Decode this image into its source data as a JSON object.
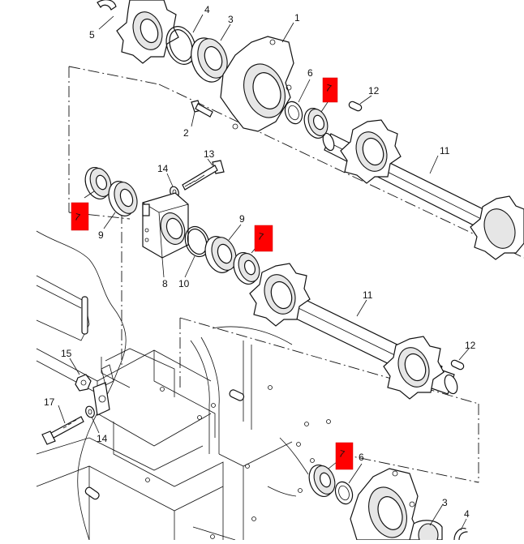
{
  "callouts": [
    {
      "id": "c1",
      "text": "1"
    },
    {
      "id": "c2",
      "text": "2"
    },
    {
      "id": "c3a",
      "text": "3"
    },
    {
      "id": "c4a",
      "text": "4"
    },
    {
      "id": "c5",
      "text": "5"
    },
    {
      "id": "c6a",
      "text": "6"
    },
    {
      "id": "c7a",
      "text": "7",
      "highlight": true
    },
    {
      "id": "c12a",
      "text": "12"
    },
    {
      "id": "c11a",
      "text": "11"
    },
    {
      "id": "c13",
      "text": "13"
    },
    {
      "id": "c14a",
      "text": "14"
    },
    {
      "id": "c7b",
      "text": "7",
      "highlight": true
    },
    {
      "id": "c9a",
      "text": "9"
    },
    {
      "id": "c9b",
      "text": "9"
    },
    {
      "id": "c7c",
      "text": "7",
      "highlight": true
    },
    {
      "id": "c8",
      "text": "8"
    },
    {
      "id": "c10",
      "text": "10"
    },
    {
      "id": "c11b",
      "text": "11"
    },
    {
      "id": "c12b",
      "text": "12"
    },
    {
      "id": "c15",
      "text": "15"
    },
    {
      "id": "c17",
      "text": "17"
    },
    {
      "id": "c14b",
      "text": "14"
    },
    {
      "id": "c7d",
      "text": "7",
      "highlight": true
    },
    {
      "id": "c6b",
      "text": "6"
    },
    {
      "id": "c3b",
      "text": "3"
    },
    {
      "id": "c4b",
      "text": "4"
    }
  ],
  "colors": {
    "highlight": "#ff0000",
    "line": "#111111",
    "background": "#ffffff"
  }
}
